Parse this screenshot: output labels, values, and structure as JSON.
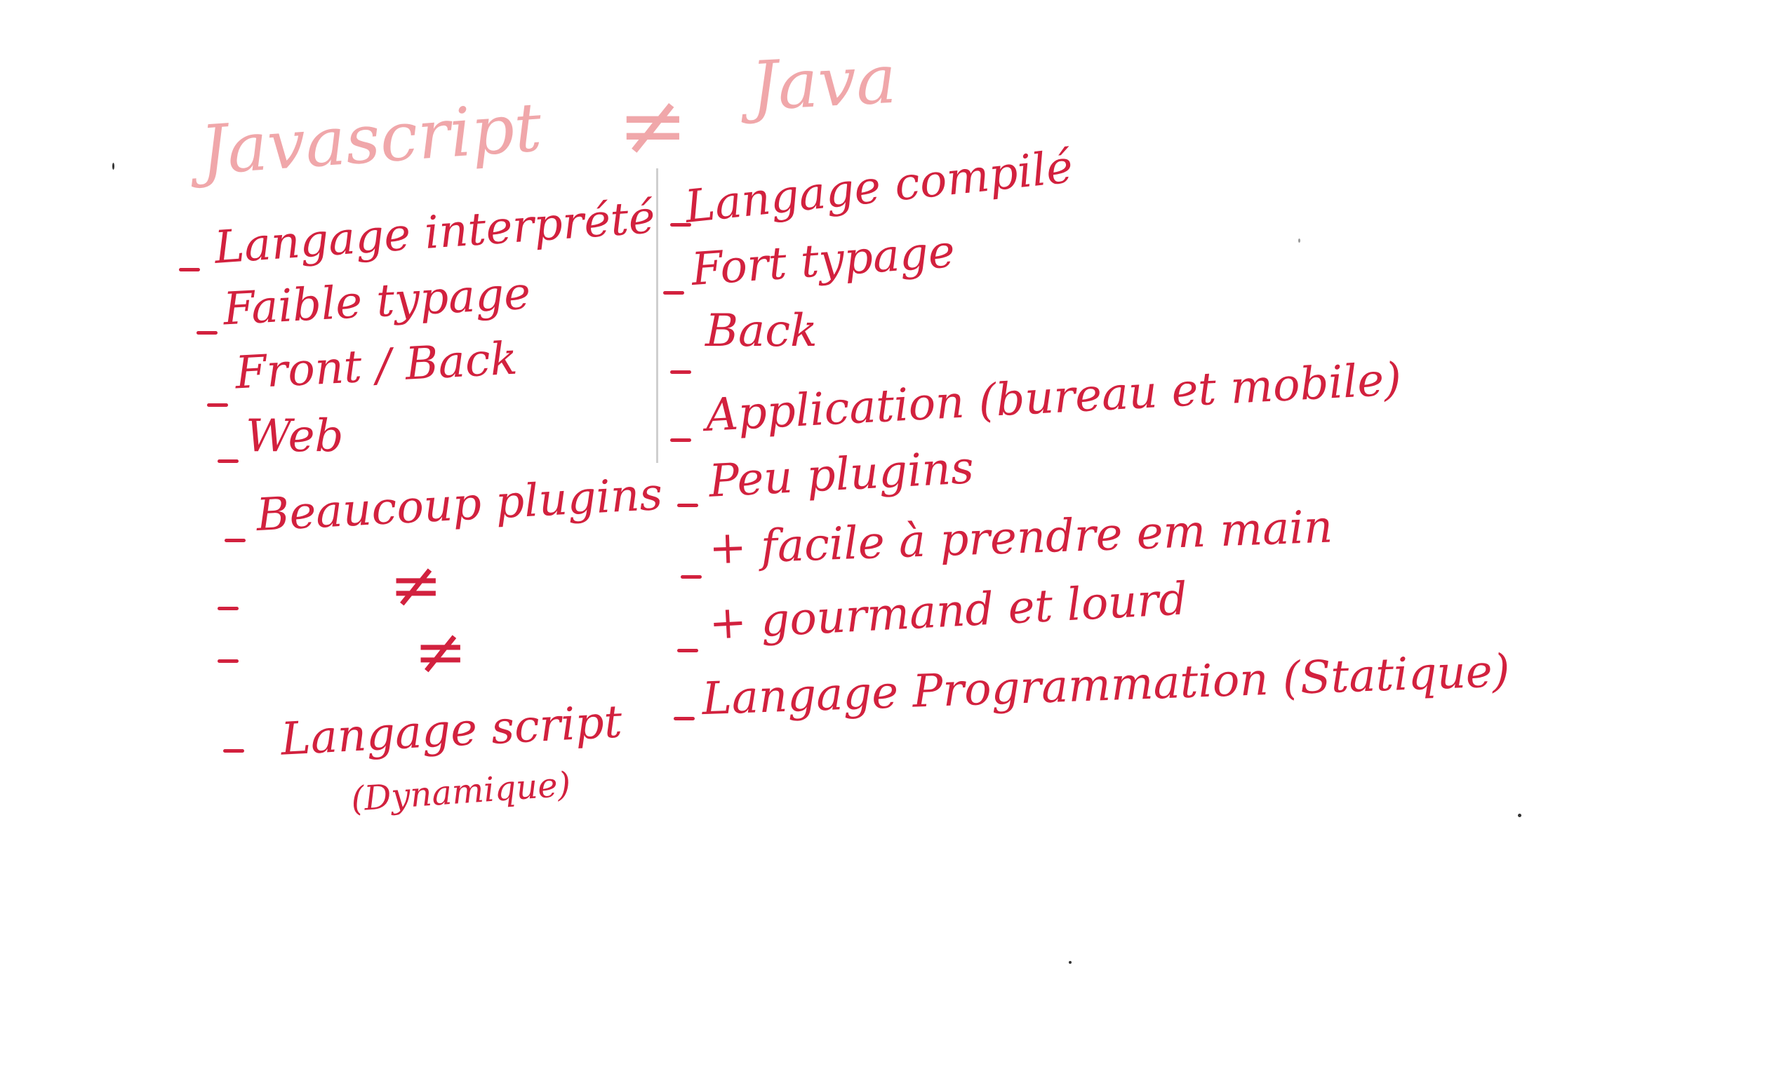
{
  "board": {
    "background": "#ffffff",
    "ink_color": "#d2213e",
    "title_color": "#f0a7aa"
  },
  "left_column": {
    "title": "Javascript",
    "items": [
      "Langage interprété",
      "Faible typage",
      "Front / Back",
      "Web",
      "Beaucoup plugins",
      "Langage script",
      "(Dynamique)"
    ]
  },
  "right_column": {
    "title": "Java",
    "items": [
      "Langage compilé",
      "Fort typage",
      "Back",
      "Application (bureau et mobile)",
      "Peu plugins",
      "+ facile à prendre em main",
      "+ gourmand et lourd",
      "Langage Programmation (Statique)"
    ]
  },
  "not_equal_symbol": "≠"
}
